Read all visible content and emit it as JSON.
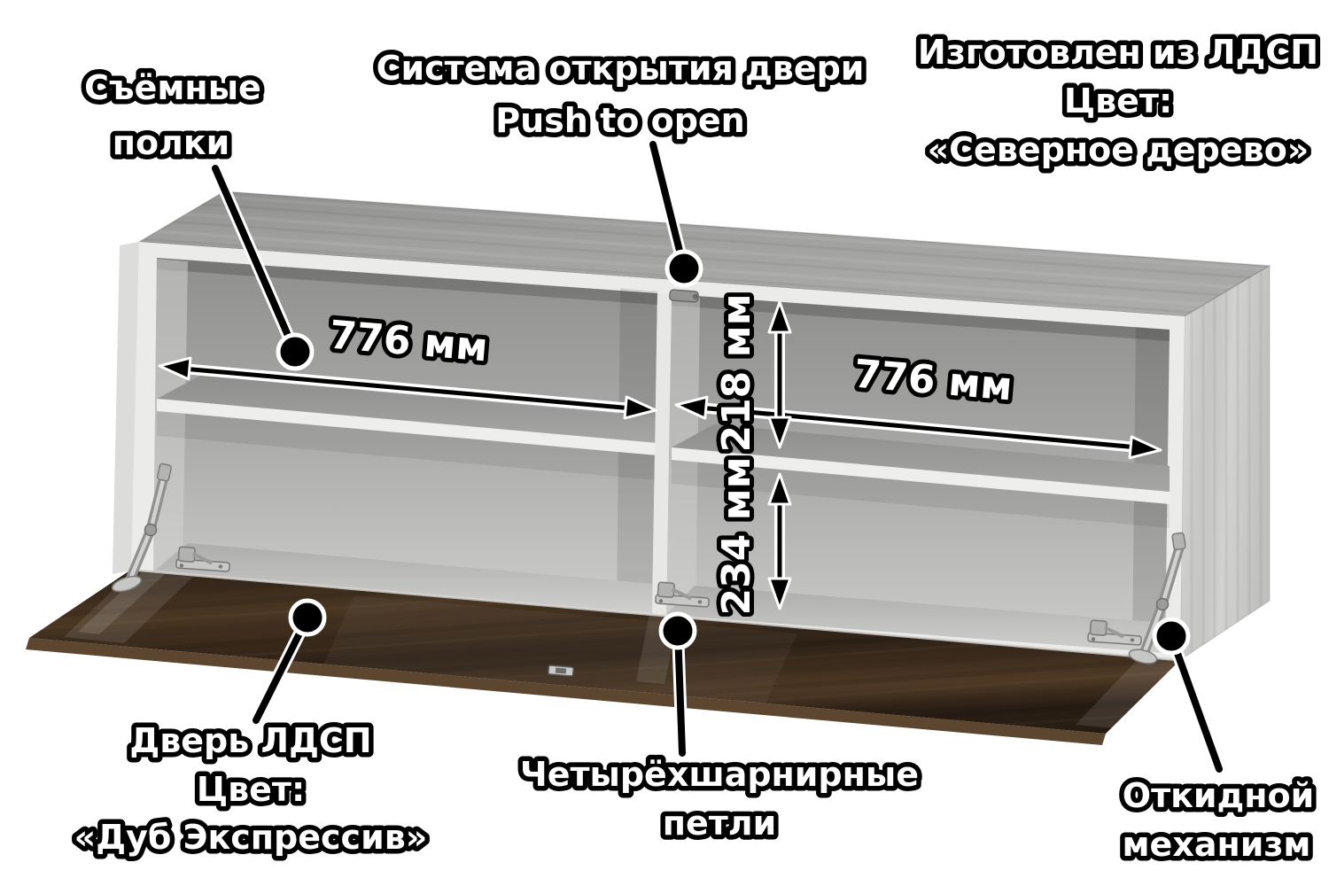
{
  "annotations": {
    "removable_shelves": {
      "lines": [
        "Съёмные",
        "полки"
      ]
    },
    "push_to_open": {
      "lines": [
        "Система открытия двери",
        "Push to open"
      ]
    },
    "material": {
      "lines": [
        "Изготовлен из ЛДСП",
        "Цвет:",
        "«Северное дерево»"
      ]
    },
    "door": {
      "lines": [
        "Дверь ЛДСП",
        "Цвет:",
        "«Дуб Экспрессив»"
      ]
    },
    "hinges": {
      "lines": [
        "Четырёхшарнирные",
        "петли"
      ]
    },
    "flip_mechanism": {
      "lines": [
        "Откидной",
        "механизм"
      ]
    }
  },
  "dimensions": {
    "left_shelf_width": "776 мм",
    "right_shelf_width": "776 мм",
    "upper_section_height": "218 мм",
    "lower_section_height": "234 мм"
  },
  "colors": {
    "background": "#ffffff",
    "carcass_top": "#9d9d9b",
    "carcass_side": "#d6d6d4",
    "edge_banding": "#ebebe9",
    "interior_wall": "#a6a6a4",
    "door_base": "#3a2a1c",
    "door_edge": "#5d462f",
    "hardware_silver": "#c2c2c0",
    "annotation_fill": "#ffffff",
    "annotation_outline": "#000000"
  }
}
